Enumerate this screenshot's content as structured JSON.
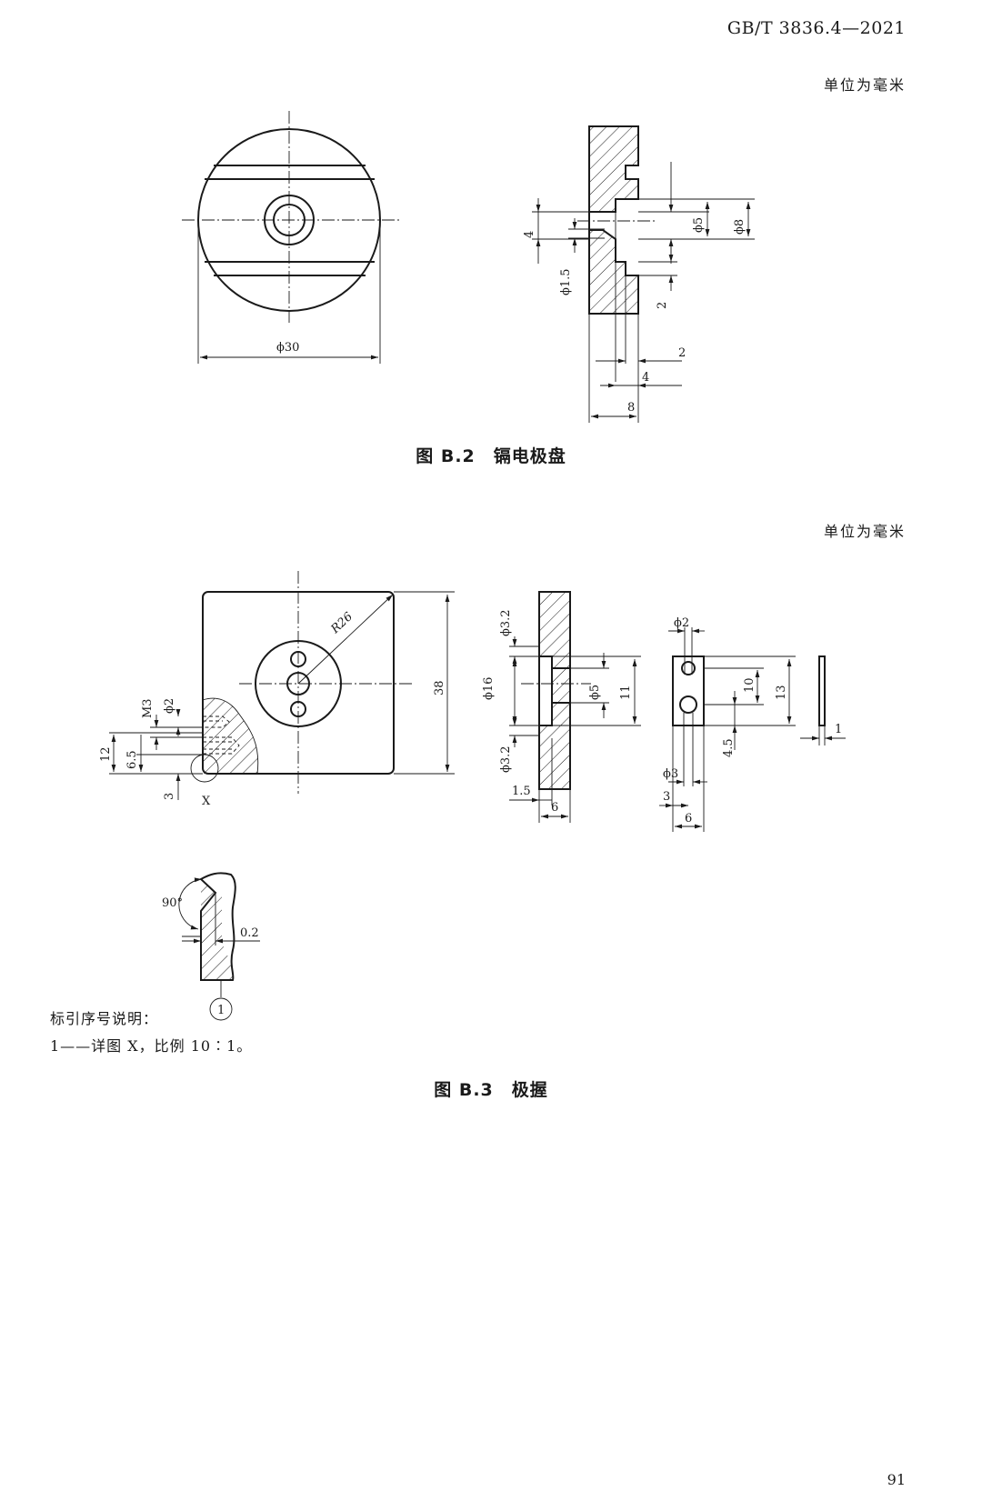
{
  "header": {
    "standard_code": "GB/T 3836.4—2021"
  },
  "fig_b2": {
    "unit_note": "单位为毫米",
    "caption": "图 B.2　镉电极盘",
    "dims": {
      "d30": "ϕ30",
      "h4": "4",
      "d15": "ϕ1.5",
      "d5": "ϕ5",
      "d8": "ϕ8",
      "v2": "2",
      "w2": "2",
      "w4": "4",
      "w8": "8"
    }
  },
  "fig_b3": {
    "unit_note": "单位为毫米",
    "caption": "图 B.3　极握",
    "dims": {
      "r26": "R26",
      "h38": "38",
      "m3": "M3",
      "d2": "ϕ2",
      "h12": "12",
      "h65": "6.5",
      "h3": "3",
      "x": "X",
      "d32a": "ϕ3.2",
      "d16": "ϕ16",
      "d32b": "ϕ3.2",
      "d5": "ϕ5",
      "h11": "11",
      "w15": "1.5",
      "w6a": "6",
      "sd2": "ϕ2",
      "h10": "10",
      "h13": "13",
      "h45": "4.5",
      "sd3": "ϕ3",
      "s3": "3",
      "s6": "6",
      "t1": "1",
      "angle": "90°",
      "gap": "0.2",
      "callout": "1"
    },
    "legend": {
      "title": "标引序号说明：",
      "item": "1——详图 X，比例 10∶1。"
    }
  },
  "page_number": "91"
}
